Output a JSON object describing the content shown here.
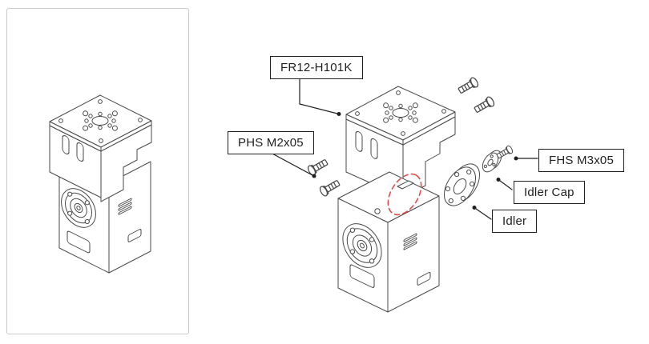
{
  "diagram": {
    "type": "exploded-assembly-drawing",
    "callouts": {
      "frame": "FR12-H101K",
      "phs_screw": "PHS M2x05",
      "fhs_screw": "FHS M3x05",
      "idler_cap": "Idler Cap",
      "idler": "Idler"
    },
    "parts": [
      "assembled-unit",
      "frame-bracket",
      "phs-screws",
      "servo-body",
      "idler",
      "idler-cap",
      "fhs-screw"
    ],
    "colors": {
      "line": "#4a4a4a",
      "leader": "#1f1f1f",
      "label_border": "#1f1f1f",
      "label_text": "#1f1f1f",
      "highlight_dashed": "#e14b4b",
      "panel_border": "#c9c9c9",
      "background": "#ffffff"
    }
  }
}
